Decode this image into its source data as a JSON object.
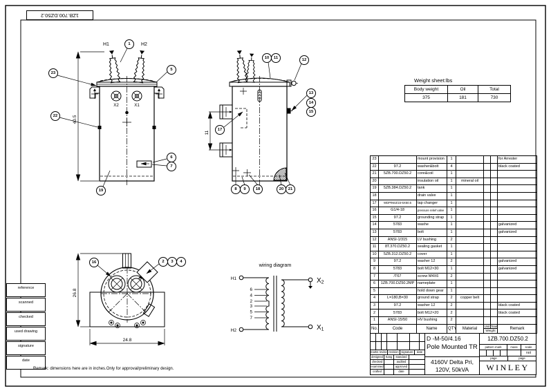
{
  "page": {
    "corner_code": "1ZB.700.DZ50.2",
    "remark": "Remark: dimensions here are in inches.Only for approval/preliminary design.",
    "left_margin_labels": [
      "reference",
      "scanned",
      "checked",
      "used drawing",
      "signature",
      "date"
    ],
    "colors": {
      "ink": "#000000",
      "paper": "#ffffff"
    }
  },
  "weight_table": {
    "title": "Weight sheet:lbs",
    "headers": [
      "Body weight",
      "Oil",
      "Total"
    ],
    "values": [
      "375",
      "181",
      "730"
    ]
  },
  "parts_table": {
    "headers": {
      "no": "No.",
      "code": "Code",
      "name": "Name",
      "qty": "QTY",
      "material": "Material",
      "unit": "Unit",
      "total": "Total",
      "weight": "Weight",
      "remark": "Remark"
    },
    "rows": [
      {
        "no": "23",
        "code": "",
        "name": "mount provision",
        "qty": "1",
        "material": "",
        "remark": "for Arrester"
      },
      {
        "no": "22",
        "code": "97.2",
        "name": "washer&bolt",
        "qty": "4",
        "material": "",
        "remark": "black coated"
      },
      {
        "no": "21",
        "code": "5ZB.700.DZ50.2",
        "name": "core&coil",
        "qty": "1",
        "material": "",
        "remark": ""
      },
      {
        "no": "20",
        "code": "",
        "name": "insulation oil",
        "qty": "1",
        "material": "mineral oil",
        "remark": ""
      },
      {
        "no": "19",
        "code": "5ZB.384.DZ50.2",
        "name": "tank",
        "qty": "1",
        "material": "",
        "remark": ""
      },
      {
        "no": "18",
        "code": "",
        "name": "drain valve",
        "qty": "1",
        "material": "",
        "remark": ""
      },
      {
        "no": "17",
        "code": "WDPIN63/15-6X50.5",
        "name": "tap changer",
        "qty": "1",
        "material": "",
        "remark": ""
      },
      {
        "no": "16",
        "code": "G1/4-18",
        "name": "pressure relief valve",
        "qty": "1",
        "material": "",
        "remark": ""
      },
      {
        "no": "15",
        "code": "97.2",
        "name": "grounding strap",
        "qty": "1",
        "material": "",
        "remark": ""
      },
      {
        "no": "14",
        "code": "5783",
        "name": "washe",
        "qty": "1",
        "material": "",
        "remark": "galvanized"
      },
      {
        "no": "13",
        "code": "5783",
        "name": "bolt",
        "qty": "1",
        "material": "",
        "remark": "galvanized"
      },
      {
        "no": "12",
        "code": "ANSI-1/315",
        "name": "LV bushing",
        "qty": "2",
        "material": "",
        "remark": ""
      },
      {
        "no": "11",
        "code": "8T.370.DZ50.2",
        "name": "sealing gasket",
        "qty": "1",
        "material": "",
        "remark": ""
      },
      {
        "no": "10",
        "code": "5ZB.312.DZ50.2",
        "name": "cover",
        "qty": "1",
        "material": "",
        "remark": ""
      },
      {
        "no": "9",
        "code": "97.2",
        "name": "washer 12",
        "qty": "2",
        "material": "",
        "remark": "galvanized"
      },
      {
        "no": "8",
        "code": "5783",
        "name": "bolt M12×30",
        "qty": "1",
        "material": "",
        "remark": "galvanized"
      },
      {
        "no": "7",
        "code": "/T67",
        "name": "screw M4X6",
        "qty": "2",
        "material": "",
        "remark": ""
      },
      {
        "no": "6",
        "code": "1ZB.700.DZ50.2MP",
        "name": "nameplate",
        "qty": "1",
        "material": "",
        "remark": ""
      },
      {
        "no": "5",
        "code": "",
        "name": "hold down gear",
        "qty": "1",
        "material": "",
        "remark": ""
      },
      {
        "no": "4",
        "code": "L=180,B=30",
        "name": "ground strap",
        "qty": "2",
        "material": "copper belt",
        "remark": ""
      },
      {
        "no": "3",
        "code": "97.2",
        "name": "washer 12",
        "qty": "2",
        "material": "",
        "remark": "black coated"
      },
      {
        "no": "2",
        "code": "5783",
        "name": "bolt M12×20",
        "qty": "2",
        "material": "",
        "remark": "black coated"
      },
      {
        "no": "1",
        "code": "ANSI-15/50",
        "name": "HV bushing",
        "qty": "2",
        "material": "",
        "remark": ""
      }
    ]
  },
  "title_block": {
    "rev_header": [
      "marks revised",
      "revision",
      "signature",
      "date"
    ],
    "rev_rows": [
      [
        "designed",
        "Kang",
        "standard",
        ""
      ],
      [
        "checked",
        "",
        "audited",
        ""
      ],
      [
        "examined",
        "",
        "approved",
        ""
      ],
      [
        "crafted",
        "",
        "date",
        ""
      ]
    ],
    "model": "D -M-50/4.16",
    "product": "Pole Mounted TR",
    "spec1": "4160V Delta Pri,",
    "spec2": "120V, 50kVA",
    "drawing_no": "1ZB.700.DZ50.2",
    "pattern_mark_label": "pattern mark",
    "mass_label": "mass",
    "scale_label": "scale",
    "scale_value": "not",
    "page_left": "page",
    "page_right": "page",
    "company": "WINLEY"
  },
  "front_view": {
    "h1": "H1",
    "h2": "H2",
    "x2": "X2",
    "x1": "X1",
    "dim": "40.5",
    "callouts": [
      "1",
      "5",
      "23",
      "22",
      "6",
      "7",
      "19"
    ]
  },
  "side_view": {
    "dim": "11",
    "callouts": [
      "10",
      "11",
      "12",
      "13",
      "14",
      "15",
      "17",
      "8",
      "9",
      "18",
      "20",
      "21"
    ]
  },
  "top_view": {
    "dim_v": "26.8",
    "dim_h": "24.8",
    "callouts": [
      "16",
      "2",
      "3",
      "4"
    ]
  },
  "wiring": {
    "title": "wiring diagram",
    "h1": "H1",
    "h2": "H2",
    "x2_x": "X",
    "x2_n": "2",
    "x1_x": "X",
    "x1_n": "1",
    "taps": [
      "6",
      "4",
      "2",
      "3",
      "5",
      "7"
    ]
  }
}
